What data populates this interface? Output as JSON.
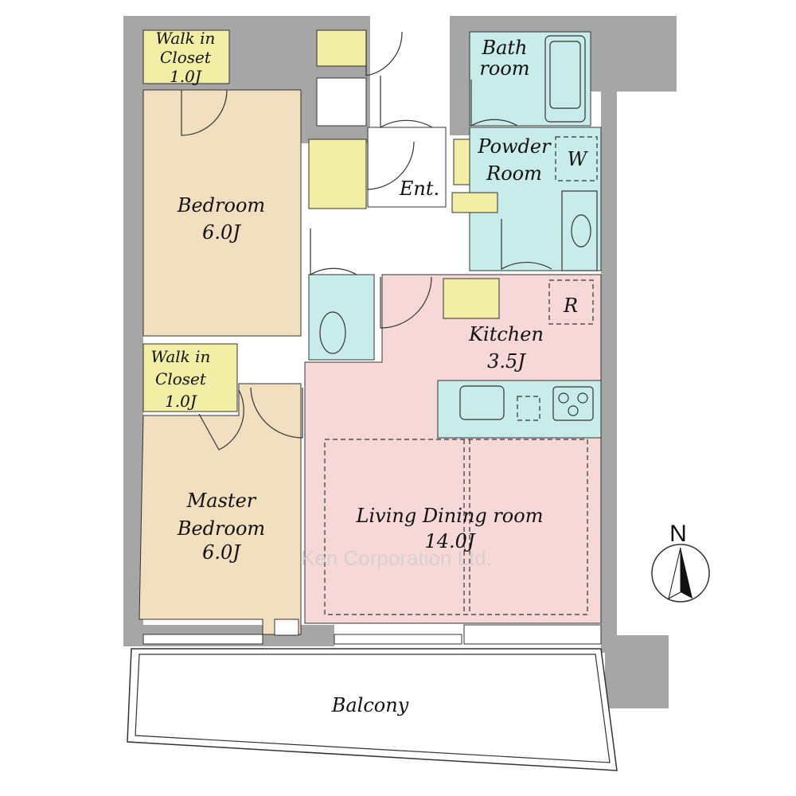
{
  "rooms": {
    "wic_top": {
      "l1": "Walk in",
      "l2": "Closet",
      "l3": "1.0J"
    },
    "bedroom": {
      "l1": "Bedroom",
      "l2": "6.0J"
    },
    "entrance": {
      "l1": "Ent."
    },
    "bath": {
      "l1": "Bath",
      "l2": "room"
    },
    "powder": {
      "l1": "Powder",
      "l2": "Room"
    },
    "washer": {
      "l1": "W"
    },
    "fridge": {
      "l1": "R"
    },
    "kitchen": {
      "l1": "Kitchen",
      "l2": "3.5J"
    },
    "wic_mid": {
      "l1": "Walk in",
      "l2": "Closet",
      "l3": "1.0J"
    },
    "master": {
      "l1": "Master",
      "l2": "Bedroom",
      "l3": "6.0J"
    },
    "living": {
      "l1": "Living Dining room",
      "l2": "14.0J"
    },
    "balcony": {
      "l1": "Balcony"
    }
  },
  "compass": {
    "label": "N"
  },
  "watermark": "Ken Corporation Ltd.",
  "colors": {
    "wall": "#a6a6a6",
    "bedroom": "#f2dfc0",
    "closet": "#f2eea6",
    "wet": "#c8ecea",
    "ldk": "#f7d8d8"
  }
}
